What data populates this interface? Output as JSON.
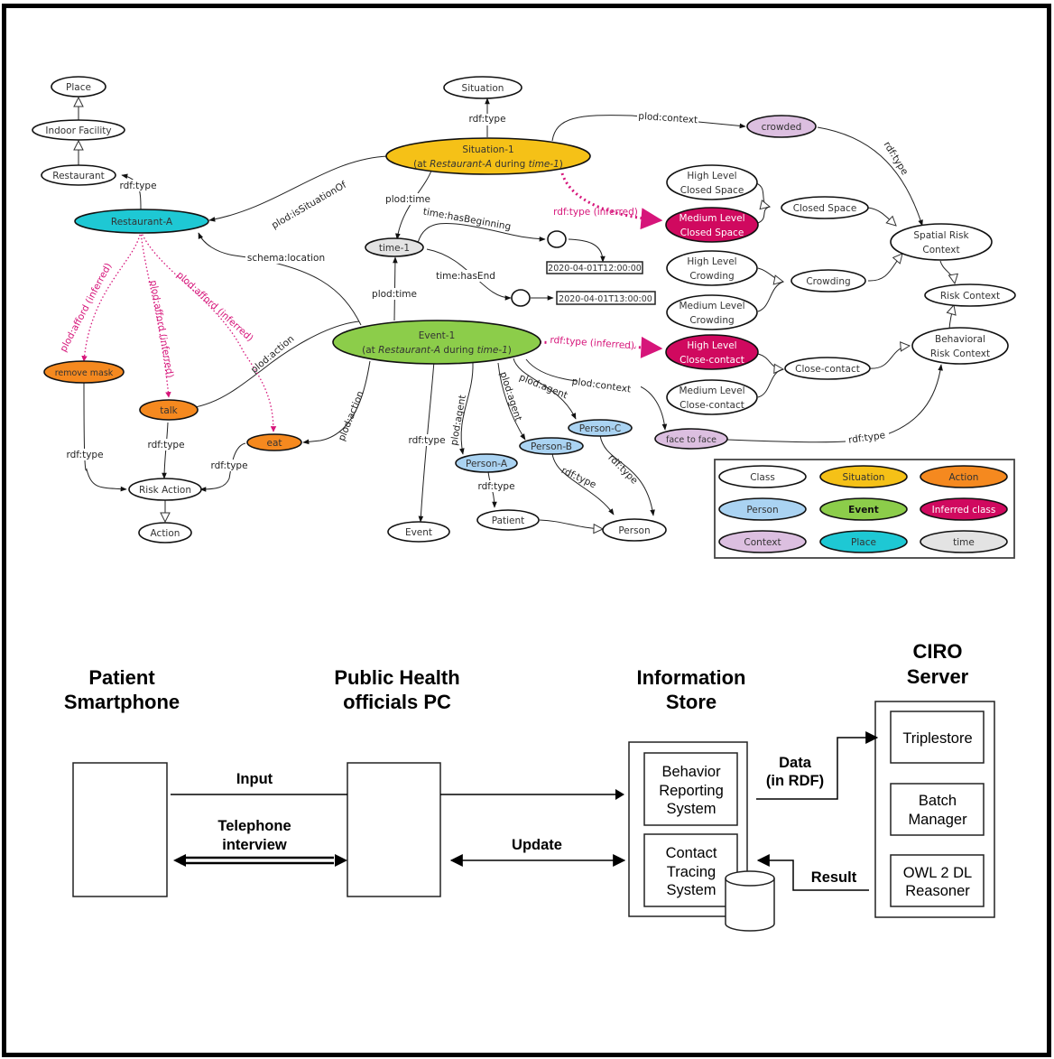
{
  "colors": {
    "class": "#ffffff",
    "situation": "#f5c117",
    "action": "#f5891f",
    "person": "#aad3f2",
    "event": "#8ccd4a",
    "inferred": "#d0095f",
    "context": "#dcbfe0",
    "place": "#1ec8d4",
    "time": "#e3e3e3",
    "inferred_edge": "#d6157a"
  },
  "ontology": {
    "nodes": {
      "place": "Place",
      "indoor_facility": "Indoor Facility",
      "restaurant": "Restaurant",
      "restaurant_a": "Restaurant-A",
      "situation": "Situation",
      "situation_1": {
        "line1": "Situation-1",
        "line2_pre": "(at ",
        "line2_i1": "Restaurant-A",
        "line2_mid": " during ",
        "line2_i2": "time-1",
        "line2_post": ")"
      },
      "time_1": "time-1",
      "begin_value": "2020-04-01T12:00:00",
      "end_value": "2020-04-01T13:00:00",
      "event_1": {
        "line1": "Event-1",
        "line2_pre": "(at ",
        "line2_i1": "Restaurant-A",
        "line2_mid": " during ",
        "line2_i2": "time-1",
        "line2_post": ")"
      },
      "crowded": "crowded",
      "high_closed": [
        "High Level",
        "Closed Space"
      ],
      "medium_closed": [
        "Medium Level",
        "Closed Space"
      ],
      "closed_space": "Closed Space",
      "high_crowding": [
        "High Level",
        "Crowding"
      ],
      "medium_crowding": [
        "Medium Level",
        "Crowding"
      ],
      "crowding": "Crowding",
      "spatial_risk": [
        "Spatial Risk",
        "Context"
      ],
      "risk_context": "Risk Context",
      "behavioral_risk": [
        "Behavioral",
        "Risk Context"
      ],
      "high_contact": [
        "High Level",
        "Close-contact"
      ],
      "medium_contact": [
        "Medium Level",
        "Close-contact"
      ],
      "close_contact": "Close-contact",
      "face_to_face": "face to face",
      "remove_mask": "remove mask",
      "talk": "talk",
      "eat": "eat",
      "risk_action": "Risk Action",
      "action": "Action",
      "event": "Event",
      "person_a": "Person-A",
      "person_b": "Person-B",
      "person_c": "Person-C",
      "patient": "Patient",
      "person": "Person"
    },
    "edges": {
      "rdf_type": "rdf:type",
      "rdf_type_inferred": "rdf:type (inferred)",
      "is_situation_of": "plod:isSituationOf",
      "schema_location": "schema:location",
      "plod_time": "plod:time",
      "has_beginning": "time:hasBeginning",
      "has_end": "time:hasEnd",
      "plod_context": "plod:context",
      "plod_action": "plod:action",
      "plod_agent": "plod:agent",
      "plod_afford_inferred": "plod:afford (inferred)"
    },
    "legend": [
      {
        "label": "Class",
        "color_key": "class",
        "text_color": "#333",
        "bold": false
      },
      {
        "label": "Situation",
        "color_key": "situation",
        "text_color": "#333",
        "bold": false
      },
      {
        "label": "Action",
        "color_key": "action",
        "text_color": "#333",
        "bold": false
      },
      {
        "label": "Person",
        "color_key": "person",
        "text_color": "#333",
        "bold": false
      },
      {
        "label": "Event",
        "color_key": "event",
        "text_color": "#111",
        "bold": true
      },
      {
        "label": "Inferred class",
        "color_key": "inferred",
        "text_color": "#ffffff",
        "bold": false
      },
      {
        "label": "Context",
        "color_key": "context",
        "text_color": "#333",
        "bold": false
      },
      {
        "label": "Place",
        "color_key": "place",
        "text_color": "#333",
        "bold": false
      },
      {
        "label": "time",
        "color_key": "time",
        "text_color": "#333",
        "bold": false
      }
    ]
  },
  "architecture": {
    "patient_smartphone": [
      "Patient",
      "Smartphone"
    ],
    "public_health_pc": [
      "Public Health",
      "officials PC"
    ],
    "information_store": [
      "Information",
      "Store"
    ],
    "ciro_server": [
      "CIRO",
      "Server"
    ],
    "behavior_reporting": [
      "Behavior",
      "Reporting",
      "System"
    ],
    "contact_tracing": [
      "Contact",
      "Tracing",
      "System"
    ],
    "triplestore": "Triplestore",
    "batch_manager": [
      "Batch",
      "Manager"
    ],
    "owl_reasoner": [
      "OWL 2 DL",
      "Reasoner"
    ],
    "input_label": "Input",
    "telephone_label": [
      "Telephone",
      "interview"
    ],
    "update_label": "Update",
    "data_label": [
      "Data",
      "(in RDF)"
    ],
    "result_label": "Result"
  }
}
